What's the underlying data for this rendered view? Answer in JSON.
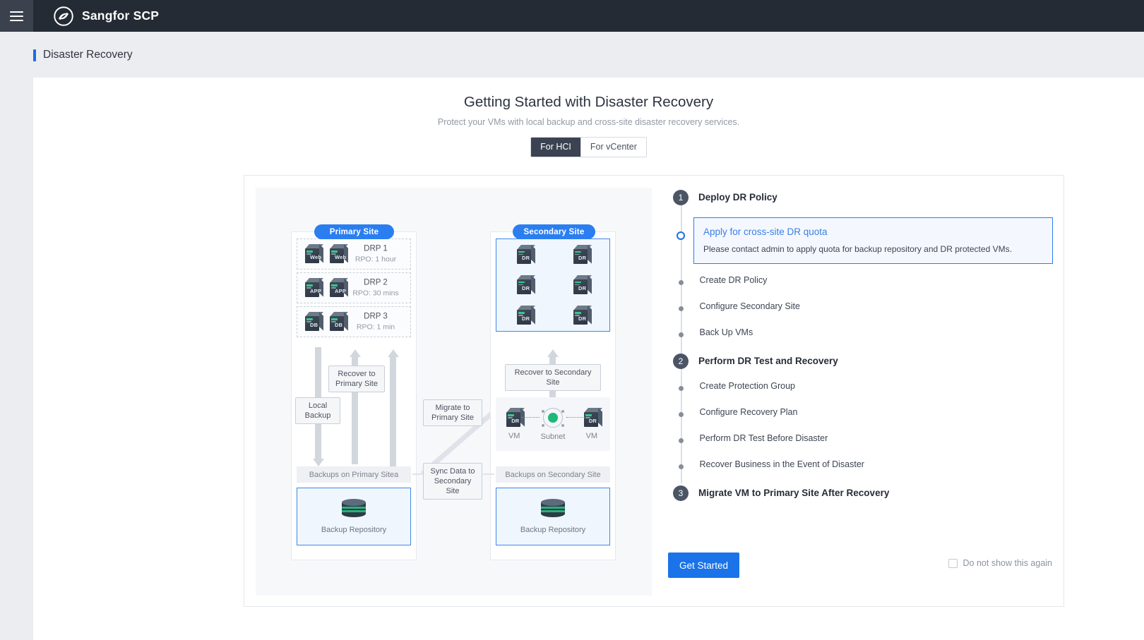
{
  "topbar": {
    "menu_icon": "hamburger-menu-icon",
    "logo_icon": "sangfor-logo-icon",
    "brand": "Sangfor SCP"
  },
  "page": {
    "breadcrumb": "Disaster Recovery"
  },
  "hero": {
    "title": "Getting Started with Disaster Recovery",
    "subtitle": "Protect your VMs with local backup and cross-site disaster recovery services.",
    "tabs": [
      {
        "label": "For HCI",
        "active": true
      },
      {
        "label": "For vCenter",
        "active": false
      }
    ]
  },
  "diagram": {
    "primary_site": {
      "pill": "Primary Site",
      "policies": [
        {
          "name": "DRP 1",
          "rpo": "RPO: 1 hour",
          "vm_tag": "Web",
          "vm_count": 2
        },
        {
          "name": "DRP 2",
          "rpo": "RPO: 30 mins",
          "vm_tag": "APP",
          "vm_count": 2
        },
        {
          "name": "DRP 3",
          "rpo": "RPO: 1 min",
          "vm_tag": "DB",
          "vm_count": 2
        }
      ],
      "store_label": "Backups on Primary Sitea",
      "repository_label": "Backup Repository",
      "repository_icon": "database-cylinder-icon"
    },
    "secondary_site": {
      "pill": "Secondary Site",
      "dr_vm_tag": "DR",
      "dr_vm_count": 6,
      "store_label": "Backups on Secondary Site",
      "repository_label": "Backup Repository",
      "repository_icon": "database-cylinder-icon",
      "network": {
        "left_label": "VM",
        "center_label": "Subnet",
        "right_label": "VM",
        "center_icon": "subnet-node-icon"
      }
    },
    "flows": {
      "local_backup": "Local Backup",
      "recover_to_primary": "Recover to Primary Site",
      "migrate_to_primary": "Migrate to Primary Site",
      "sync_to_secondary": "Sync Data to Secondary Site",
      "recover_to_secondary": "Recover to Secondary Site"
    }
  },
  "steps": [
    {
      "type": "major",
      "number": "1",
      "label": "Deploy DR Policy"
    },
    {
      "type": "active",
      "title": "Apply for cross-site DR quota",
      "desc": "Please contact admin to apply quota for backup repository and DR protected VMs."
    },
    {
      "type": "minor",
      "label": "Create DR Policy"
    },
    {
      "type": "minor",
      "label": "Configure Secondary Site"
    },
    {
      "type": "minor",
      "label": "Back Up VMs"
    },
    {
      "type": "major",
      "number": "2",
      "label": "Perform DR Test and Recovery"
    },
    {
      "type": "minor",
      "label": "Create Protection Group"
    },
    {
      "type": "minor",
      "label": "Configure Recovery Plan"
    },
    {
      "type": "minor",
      "label": "Perform DR Test Before Disaster"
    },
    {
      "type": "minor",
      "label": "Recover Business in the Event of Disaster"
    },
    {
      "type": "major",
      "number": "3",
      "label": "Migrate VM to Primary Site After Recovery"
    }
  ],
  "footer": {
    "get_started": "Get Started",
    "do_not_show": "Do not show this again",
    "do_not_show_checked": false
  },
  "colors": {
    "topbar": "#252b35",
    "accent_blue": "#1a73e8",
    "pill_blue": "#2b7ef0",
    "marker_gray": "#4b5565",
    "page_bg": "#ebedf0"
  }
}
